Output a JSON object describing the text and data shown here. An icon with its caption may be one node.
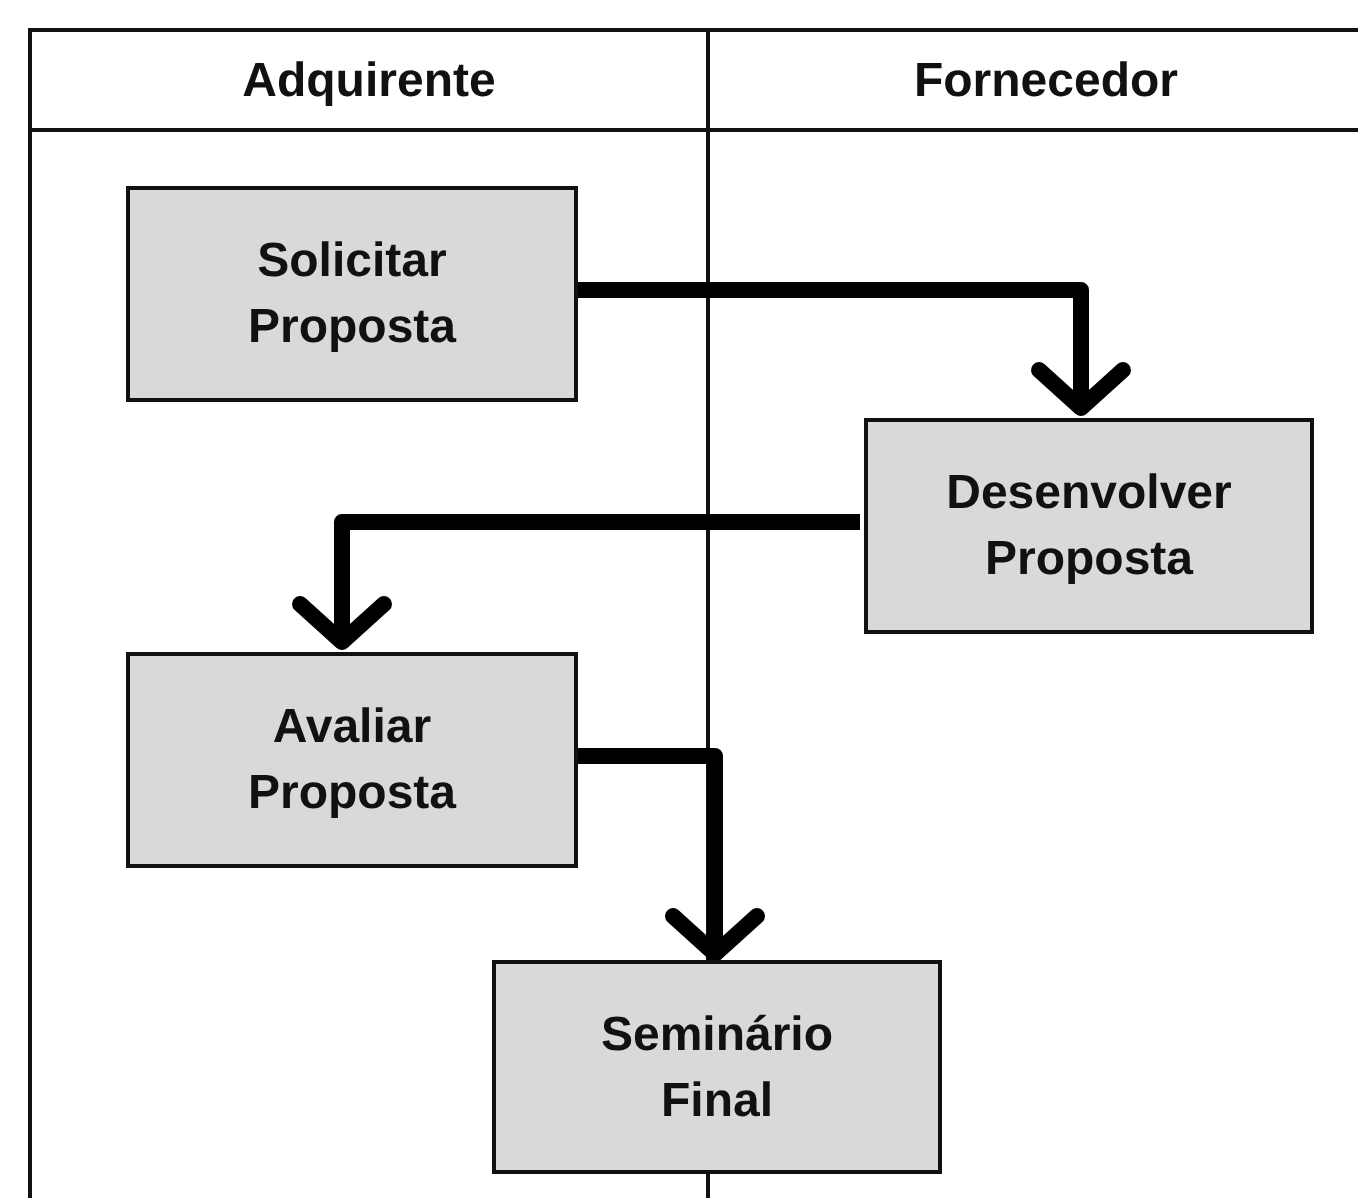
{
  "diagram": {
    "nodes": [
      {
        "text": [
          "Adquirente"
        ]
      },
      {
        "text": [
          "Fornecedor"
        ]
      },
      {
        "text": [
          "Solicitar Proposta"
        ],
        "in": 0
      },
      {
        "text": [
          "Desenvolver Proposta"
        ],
        "in": 1
      },
      {
        "text": [
          "Avaliar Proposta"
        ],
        "in": 0
      },
      {
        "text": [
          "Seminário Final"
        ]
      }
    ],
    "edges": [
      {
        "from": 2,
        "to": 3,
        "arrow": "to"
      },
      {
        "from": 3,
        "to": 4,
        "arrow": "to"
      },
      {
        "from": 4,
        "to": 5,
        "arrow": "to"
      }
    ]
  }
}
